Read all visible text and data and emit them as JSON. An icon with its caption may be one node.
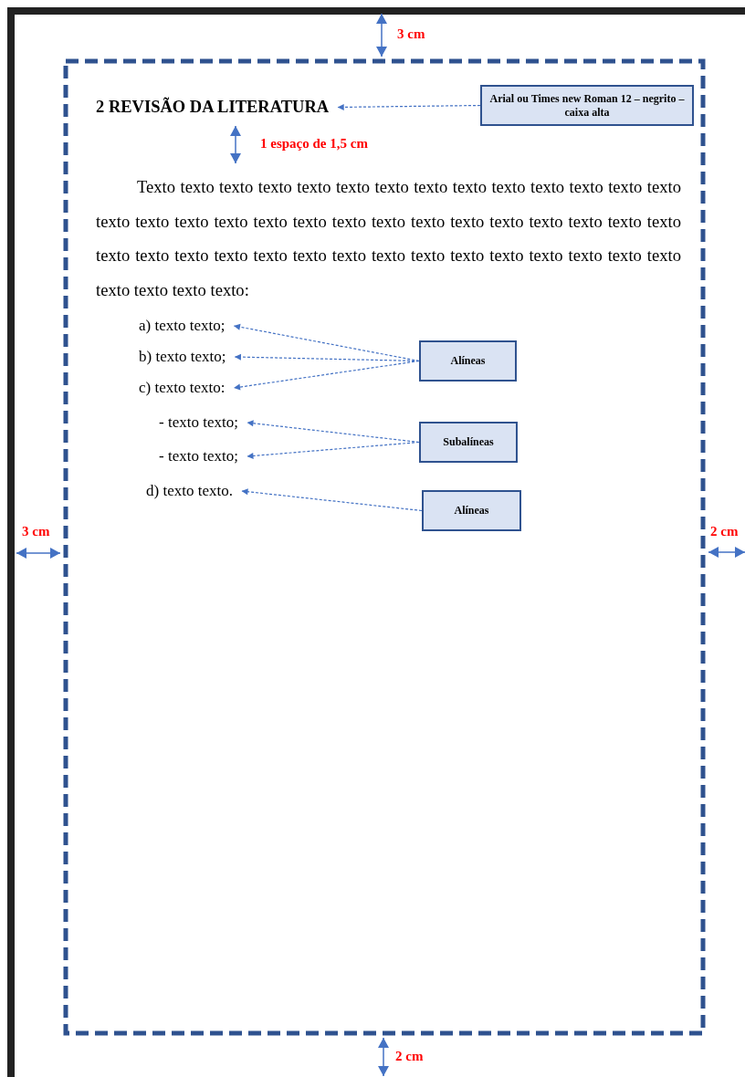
{
  "diagram": {
    "nodes": [
      {
        "text": [
          "2 REVISÃO DA LITERATURA"
        ]
      },
      {
        "text": [
          "Arial ou Times new Roman 12 – negrito – caixa alta"
        ]
      },
      {
        "text": [
          "a) texto texto;"
        ]
      },
      {
        "text": [
          "b) texto texto;"
        ]
      },
      {
        "text": [
          "c) texto texto:"
        ]
      },
      {
        "text": [
          "- texto texto;"
        ]
      },
      {
        "text": [
          "- texto texto;"
        ]
      },
      {
        "text": [
          "d) texto texto."
        ]
      },
      {
        "text": [
          "Alíneas"
        ]
      },
      {
        "text": [
          "Subalíneas"
        ]
      },
      {
        "text": [
          "Alíneas"
        ]
      }
    ],
    "edges": [
      {
        "from": 1,
        "to": 0,
        "arrow": "to",
        "style": "dashed"
      },
      {
        "from": 8,
        "to": 2,
        "arrow": "to",
        "style": "dashed"
      },
      {
        "from": 8,
        "to": 3,
        "arrow": "to",
        "style": "dashed"
      },
      {
        "from": 8,
        "to": 4,
        "arrow": "to",
        "style": "dashed"
      },
      {
        "from": 9,
        "to": 5,
        "arrow": "to",
        "style": "dashed"
      },
      {
        "from": 9,
        "to": 6,
        "arrow": "to",
        "style": "dashed"
      },
      {
        "from": 10,
        "to": 7,
        "arrow": "to",
        "style": "dashed"
      }
    ],
    "labels": [
      "3 cm",
      "1 espaço de 1,5 cm",
      "Texto texto texto texto texto texto texto texto texto texto texto texto texto texto texto texto texto texto texto texto texto texto texto texto texto texto texto texto texto texto texto texto texto texto texto texto texto texto texto texto texto texto texto texto texto texto texto texto:",
      "3 cm",
      "2 cm",
      "2 cm"
    ]
  }
}
